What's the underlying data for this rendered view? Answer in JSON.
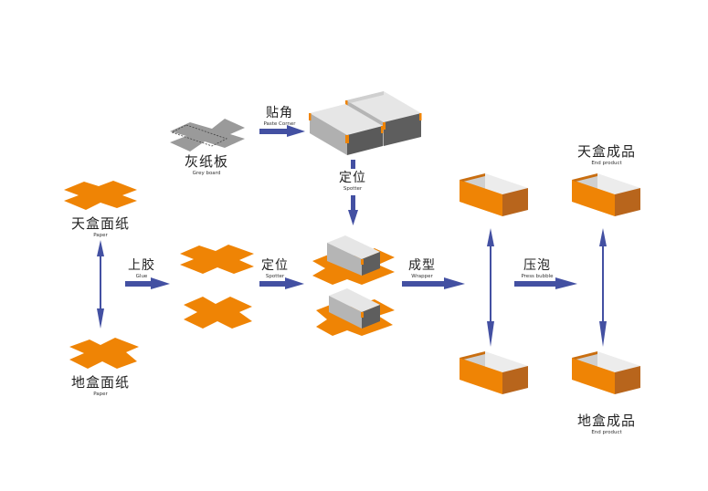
{
  "colors": {
    "arrow": "#4350a2",
    "orange": "#ef8405",
    "orange_dark": "#b8651c",
    "grey_board": "#9a9a9a",
    "box_light": "#c8c8c8",
    "box_mid": "#a8a8a8",
    "box_dark": "#5c5c5c",
    "box_inner": "#e8e8e8"
  },
  "items": {
    "grey_board": {
      "zh": "灰纸板",
      "en": "Grey board"
    },
    "lid_paper": {
      "zh": "天盒面纸",
      "en": "Paper"
    },
    "base_paper": {
      "zh": "地盒面纸",
      "en": "Paper"
    },
    "lid_product": {
      "zh": "天盒成品",
      "en": "End product"
    },
    "base_product": {
      "zh": "地盒成品",
      "en": "End product"
    }
  },
  "steps": {
    "paste_corner": {
      "zh": "贴角",
      "en": "Paste Corner"
    },
    "spotter_vertical": {
      "zh": "定位",
      "en": "Spotter"
    },
    "glue": {
      "zh": "上胶",
      "en": "Glue"
    },
    "spotter": {
      "zh": "定位",
      "en": "Spotter"
    },
    "wrapper": {
      "zh": "成型",
      "en": "Wrapper"
    },
    "press_bubble": {
      "zh": "压泡",
      "en": "Press bubble"
    }
  }
}
